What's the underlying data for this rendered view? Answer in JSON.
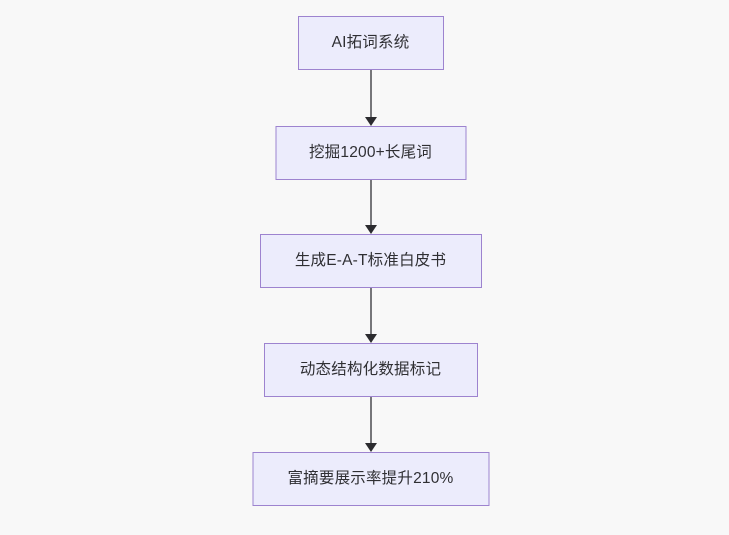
{
  "diagram": {
    "type": "flowchart",
    "orientation": "top-to-bottom",
    "background_color": "#f8f8f8",
    "node_fill_color": "#ececfc",
    "node_border_color": "#9d83cf",
    "node_text_color": "#2f2f33",
    "edge_line_color": "#76767a",
    "edge_arrow_color": "#2b2b2f",
    "nodes": [
      {
        "id": "n0",
        "label": "AI拓词系统"
      },
      {
        "id": "n1",
        "label": "挖掘1200+长尾词"
      },
      {
        "id": "n2",
        "label": "生成E-A-T标准白皮书"
      },
      {
        "id": "n3",
        "label": "动态结构化数据标记"
      },
      {
        "id": "n4",
        "label": "富摘要展示率提升210%"
      }
    ],
    "edges": [
      {
        "id": "e0",
        "from": "n0",
        "to": "n1",
        "arrow": "arrow-down-icon"
      },
      {
        "id": "e1",
        "from": "n1",
        "to": "n2",
        "arrow": "arrow-down-icon"
      },
      {
        "id": "e2",
        "from": "n2",
        "to": "n3",
        "arrow": "arrow-down-icon"
      },
      {
        "id": "e3",
        "from": "n3",
        "to": "n4",
        "arrow": "arrow-down-icon"
      }
    ]
  }
}
